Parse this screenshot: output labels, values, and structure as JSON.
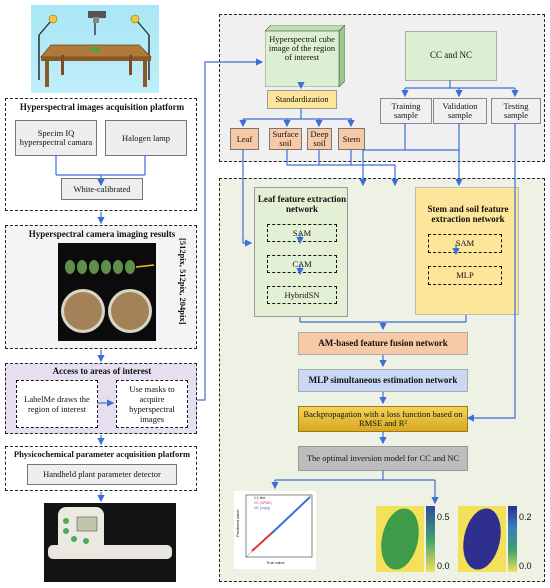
{
  "left": {
    "acquisition": {
      "title": "Hyperspectral images acquisition platform",
      "camera": "Specim IQ hyperspectral camara",
      "lamp": "Halogen lamp",
      "calibrated": "White-calibrated"
    },
    "imaging": {
      "title": "Hyperspectral camera imaging results",
      "dims": "[512pix, 512pix, 204pix]"
    },
    "roi": {
      "title": "Access to areas of interest",
      "labelme": "LabelMe draws the region of interest",
      "masks": "Use masks to acquire hyperspectral images"
    },
    "physico": {
      "title": "Physicochemical parameter acquisition platform",
      "detector": "Handheld plant parameter detector"
    }
  },
  "top": {
    "cube": "Hyperspectral cube image of the region of interest",
    "standardization": "Standardization",
    "parts": [
      "Leaf",
      "Surface soil",
      "Deep soil",
      "Stem"
    ],
    "ccnc": "CC and NC",
    "samples": [
      "Training sample",
      "Validation sample",
      "Testing sample"
    ]
  },
  "bottom": {
    "leaf_net": {
      "title": "Leaf feature extraction network",
      "modules": [
        "SAM",
        "CAM",
        "HybridSN"
      ]
    },
    "stem_net": {
      "title": "Stem and soil feature extraction network",
      "modules": [
        "SAM",
        "MLP"
      ]
    },
    "fusion": "AM-based feature fusion network",
    "mlp": "MLP simultaneous estimation network",
    "backprop": "Backpropagation with a loss function based on RMSE and R²",
    "optimal": "The optimal inversion model for CC and NC",
    "scatter": {
      "legend": [
        "1:1 line",
        "CC (SPAD)",
        "NC (mg/g)"
      ],
      "xlabel": "True value",
      "ylabel": "Predicted value"
    },
    "maps": {
      "cc_ticks": [
        "0.5",
        "0.0"
      ],
      "nc_ticks": [
        "0.2",
        "0.0"
      ]
    }
  },
  "colors": {
    "arrow": "#3a6fd8",
    "peach": "#f7c9a7",
    "yellow": "#fde59a",
    "green_panel": "#eef2e4",
    "roi_panel": "#e5dff0",
    "ccnc_bg": "#dcefd2",
    "net_green": "#e3f0d5"
  }
}
